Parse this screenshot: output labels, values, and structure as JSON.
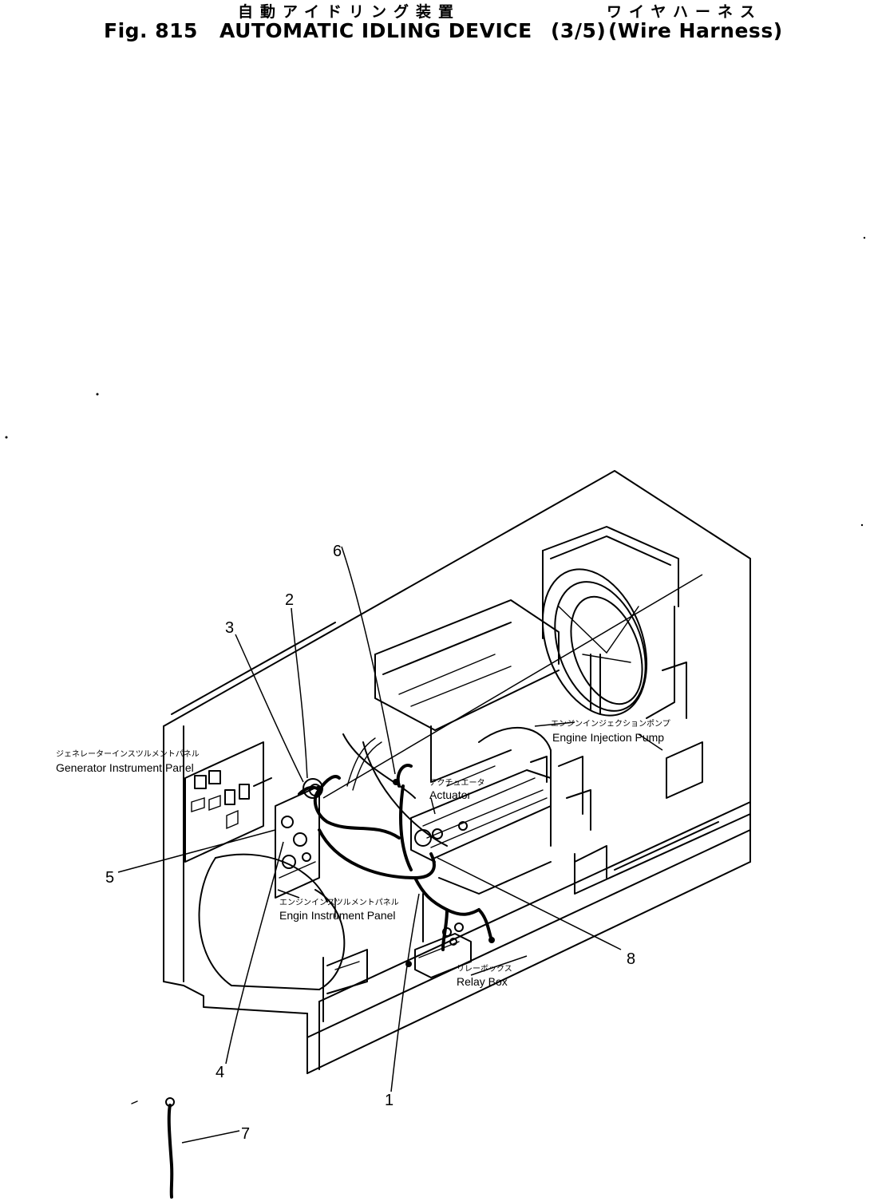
{
  "figure": {
    "title_jp_main": "自動アイドリング装置",
    "title_jp_sub": "ワイヤハーネス",
    "fig_number": "Fig. 815",
    "title_en": "AUTOMATIC IDLING DEVICE",
    "sheet": "(3/5)",
    "subtitle_en": "(Wire Harness)"
  },
  "labels": {
    "generator_panel": {
      "jp": "ジェネレーターインスツルメントパネル",
      "en": "Generator Instrument Panel"
    },
    "engine_panel": {
      "jp": "エンジンインスツルメントパネル",
      "en": "Engin Instrument Panel"
    },
    "actuator": {
      "jp": "アクチュエータ",
      "en": "Actuator"
    },
    "injection_pump": {
      "jp": "エンジンインジェクションポンプ",
      "en": "Engine Injection Pump"
    },
    "relay_box": {
      "jp": "リレーボックス",
      "en": "Relay Box"
    }
  },
  "callouts": {
    "c1": "1",
    "c2": "2",
    "c3": "3",
    "c4": "4",
    "c5": "5",
    "c6": "6",
    "c7": "7",
    "c8": "8"
  }
}
